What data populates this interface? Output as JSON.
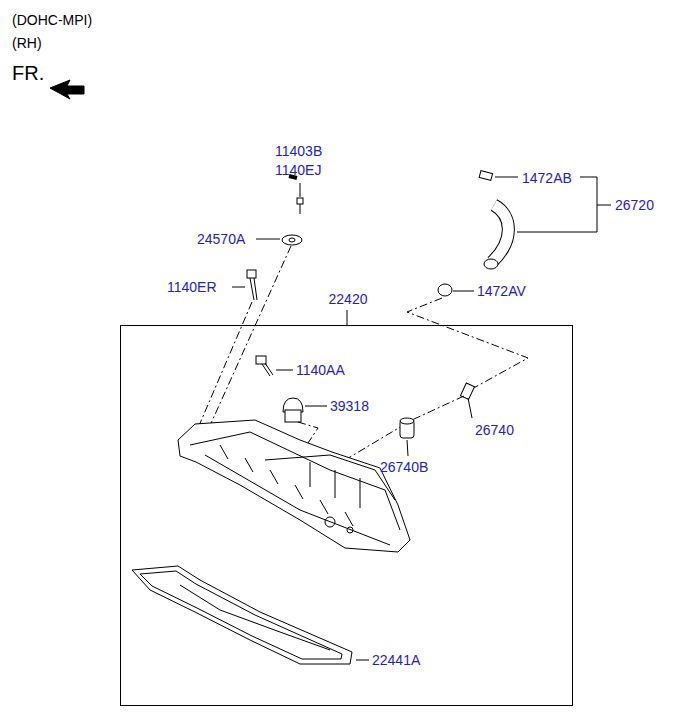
{
  "diagram": {
    "nodes": [
      {
        "text": [
          "22420"
        ]
      }
    ],
    "labels": [
      "(DOHC-MPI)",
      "(RH)",
      "FR.",
      "11403B",
      "1140EJ",
      "1472AB",
      "26720",
      "24570A",
      "1140ER",
      "1472AV",
      "1140AA",
      "39318",
      "26740",
      "26740B",
      "22441A"
    ]
  }
}
